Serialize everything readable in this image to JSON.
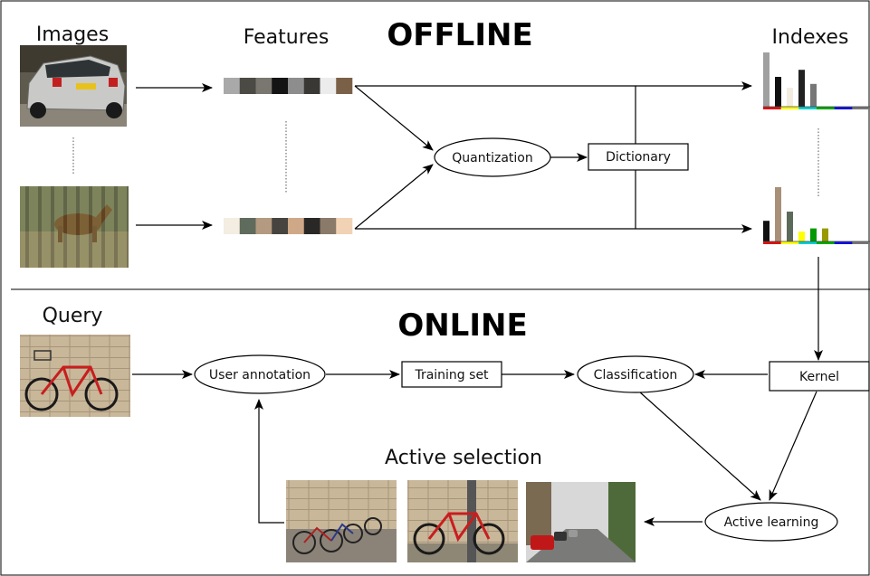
{
  "labels": {
    "images": "Images",
    "features": "Features",
    "offline": "OFFLINE",
    "indexes": "Indexes",
    "query": "Query",
    "online": "ONLINE",
    "active_selection": "Active selection"
  },
  "nodes": {
    "quantization": "Quantization",
    "dictionary": "Dictionary",
    "user_annotation": "User annotation",
    "training_set": "Training set",
    "classification": "Classification",
    "kernel": "Kernel",
    "active_learning": "Active learning"
  },
  "feature_colors": {
    "top": [
      "#a9a9a9",
      "#4b4a44",
      "#7a7770",
      "#141414",
      "#8d8d8d",
      "#3a3834",
      "#ececec",
      "#7b6048"
    ],
    "bottom": [
      "#f3ede2",
      "#5f6b5c",
      "#b49a80",
      "#47443f",
      "#cfa888",
      "#2a2827",
      "#8a7a6a",
      "#f1d2b4"
    ]
  },
  "histograms": {
    "top": {
      "bars": [
        {
          "color": "#a0a0a0",
          "value": 1.0
        },
        {
          "color": "#111111",
          "value": 0.55
        },
        {
          "color": "#f3ece0",
          "value": 0.35
        },
        {
          "color": "#222222",
          "value": 0.68
        },
        {
          "color": "#777777",
          "value": 0.42
        }
      ],
      "strip": [
        "#e01010",
        "#ffff00",
        "#00d0d0",
        "#00aa00",
        "#1010e0",
        "#777777"
      ]
    },
    "bottom": {
      "bars": [
        {
          "color": "#111111",
          "value": 0.38
        },
        {
          "color": "#a89078",
          "value": 1.0
        },
        {
          "color": "#5c6a5a",
          "value": 0.55
        },
        {
          "color": "#ffff00",
          "value": 0.18
        },
        {
          "color": "#009900",
          "value": 0.24
        },
        {
          "color": "#999900",
          "value": 0.24
        }
      ],
      "strip": [
        "#e01010",
        "#ffff00",
        "#00d0d0",
        "#00aa00",
        "#1010e0",
        "#777777"
      ]
    }
  }
}
